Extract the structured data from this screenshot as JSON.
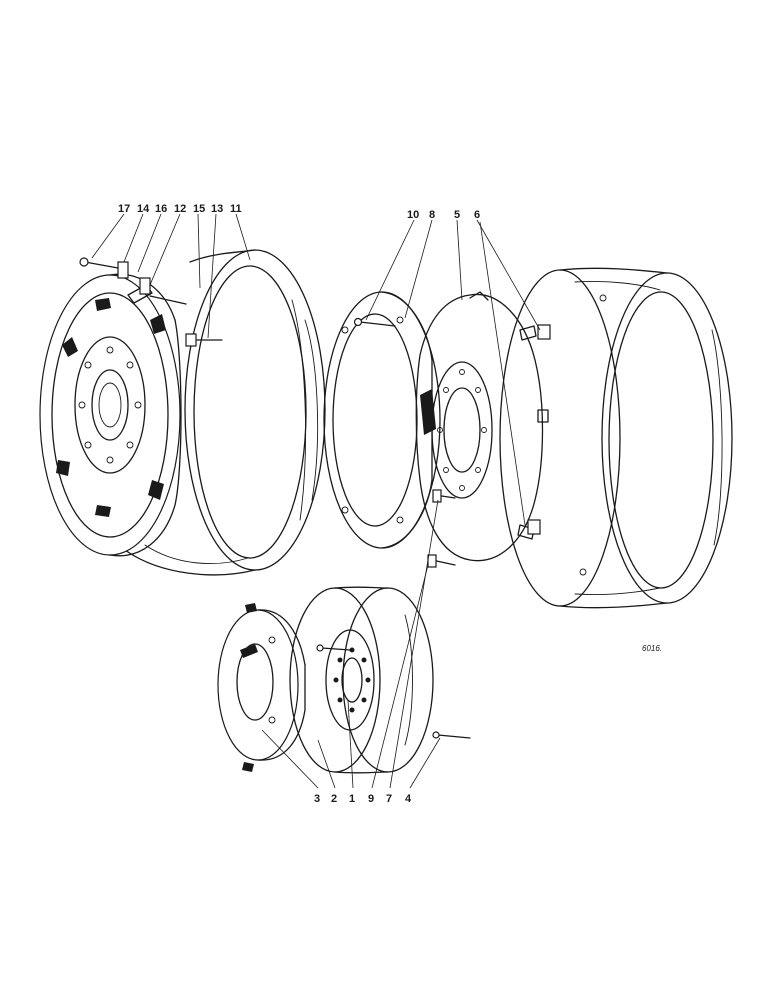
{
  "callouts_top": [
    "17",
    "14",
    "16",
    "12",
    "15",
    "13",
    "11",
    "10",
    "8",
    "5",
    "6"
  ],
  "callouts_bottom": [
    "3",
    "2",
    "1",
    "9",
    "7",
    "4"
  ],
  "drawing_code": "6016."
}
